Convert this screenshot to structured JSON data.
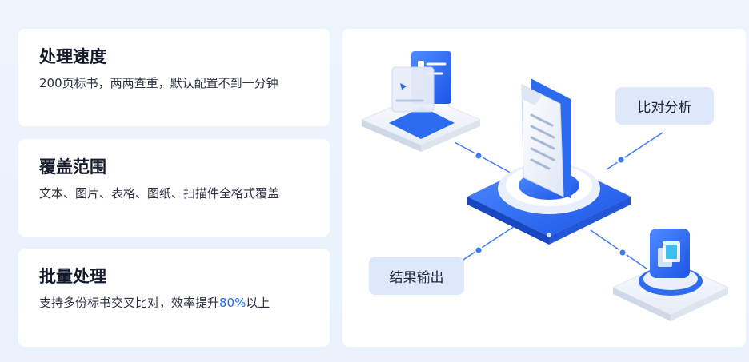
{
  "features": [
    {
      "title": "处理速度",
      "desc": "200页标书，两两查重，默认配置不到一分钟"
    },
    {
      "title": "覆盖范围",
      "desc": "文本、图片、表格、图纸、扫描件全格式覆盖"
    },
    {
      "title": "批量处理",
      "desc_prefix": "支持多份标书交叉比对，效率提升",
      "desc_highlight": "80%",
      "desc_suffix": "以上"
    }
  ],
  "diagram": {
    "compare_label": "比对分析",
    "output_label": "结果输出"
  },
  "colors": {
    "accent": "#1f6bff",
    "pill_bg": "#dde9fb",
    "platform_blue": "#2f6df0"
  },
  "icons": [
    "document-icon",
    "window-stack-icon",
    "cube-icon"
  ]
}
